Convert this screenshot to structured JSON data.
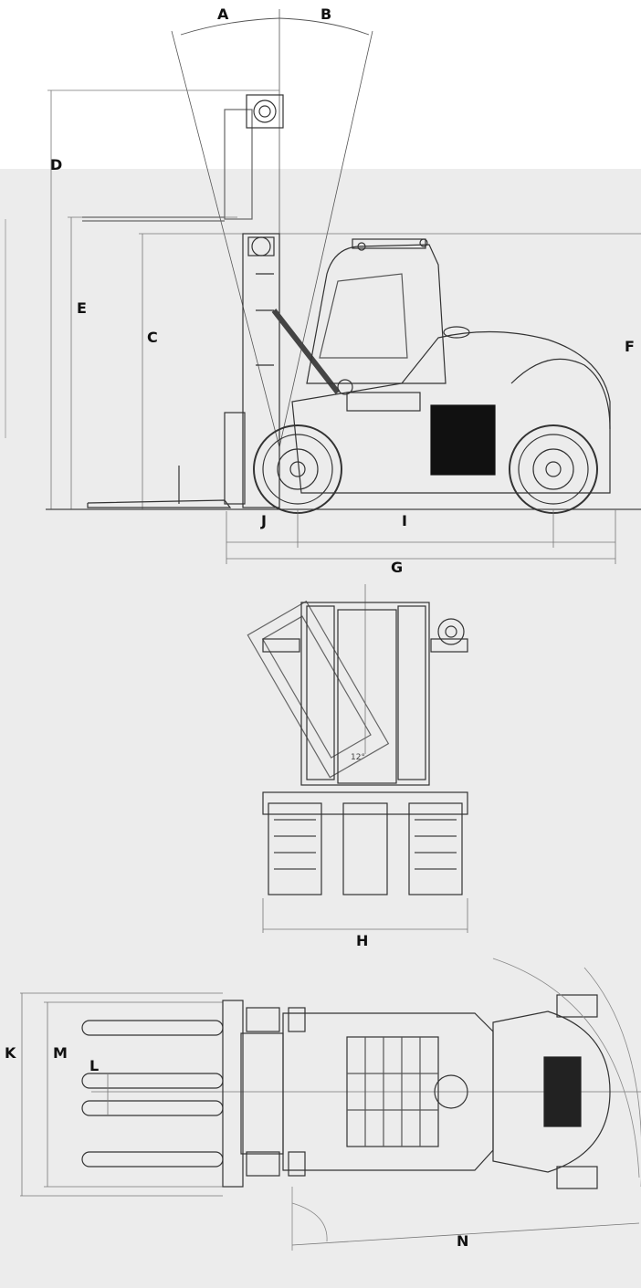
{
  "diagram": {
    "labels": {
      "A": "A",
      "B": "B",
      "C": "C",
      "D": "D",
      "E": "E",
      "F": "F",
      "G": "G",
      "H": "H",
      "I": "I",
      "J": "J",
      "K": "K",
      "L": "L",
      "M": "M",
      "N": "N"
    },
    "tilt_angle_label": "12°",
    "colors": {
      "background_top": "#ffffff",
      "background_band": "#ececec",
      "line": "#333333",
      "dim_line": "#888888",
      "label": "#111111",
      "side_text": "#bdbdbd"
    }
  }
}
